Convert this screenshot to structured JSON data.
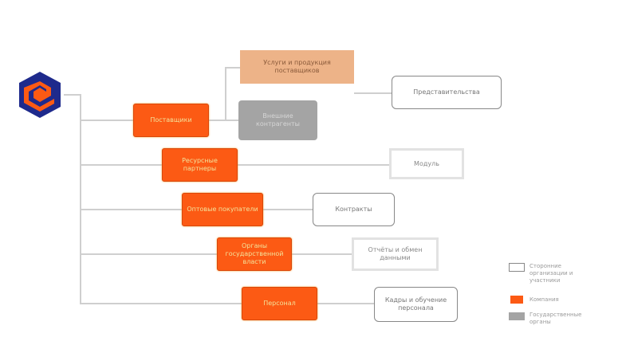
{
  "nodes": {
    "suppliers": "Поставщики",
    "partners": "Ресурсные партнеры",
    "clients": "Оптовые покупатели",
    "state": "Органы государственной власти",
    "staff": "Персонал",
    "peach_box": "Услуги и продукция поставщиков",
    "gray_box": "Внешние контрагенты",
    "representatives": "Представительства",
    "module": "Модуль",
    "contracts": "Контракты",
    "reports": "Отчёты и обмен данными",
    "hr": "Кадры и обучение персонала"
  },
  "legend": [
    {
      "label": "Сторонние организации и участники"
    },
    {
      "label": "Компания"
    },
    {
      "label": "Государственные органы"
    }
  ],
  "colors": {
    "accent": "#fc5a14",
    "peach": "#edb388",
    "gray": "#a4a4a4",
    "logo_blue": "#1e2a8c"
  }
}
